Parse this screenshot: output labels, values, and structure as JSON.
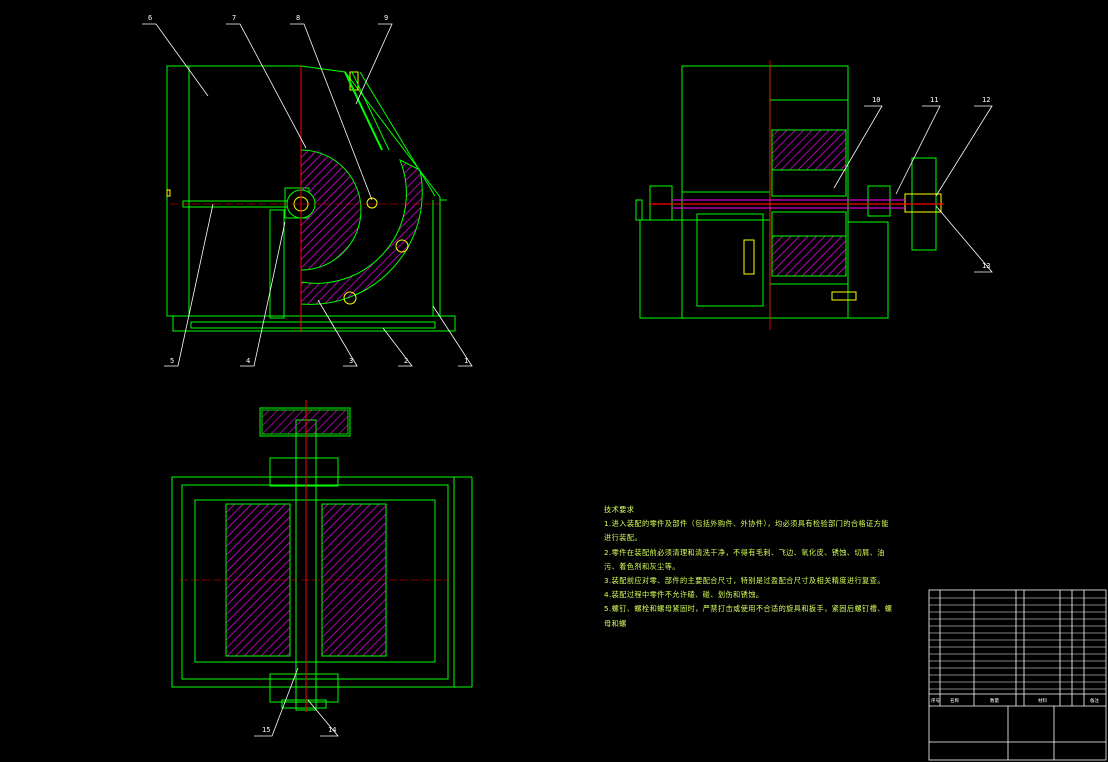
{
  "drawing": {
    "background": "#000000",
    "colors": {
      "outline": "#00ff00",
      "hatch": "#ff00ff",
      "center": "#ff0000",
      "part": "#ffff00",
      "text": "#ffffff",
      "leader": "#ffffff"
    }
  },
  "callouts": [
    {
      "id": "1",
      "text": "1"
    },
    {
      "id": "2",
      "text": "2"
    },
    {
      "id": "3",
      "text": "3"
    },
    {
      "id": "4",
      "text": "4"
    },
    {
      "id": "5",
      "text": "5"
    },
    {
      "id": "6",
      "text": "6"
    },
    {
      "id": "7",
      "text": "7"
    },
    {
      "id": "8",
      "text": "8"
    },
    {
      "id": "9",
      "text": "9"
    },
    {
      "id": "10",
      "text": "10"
    },
    {
      "id": "11",
      "text": "11"
    },
    {
      "id": "12",
      "text": "12"
    },
    {
      "id": "13",
      "text": "13"
    },
    {
      "id": "14",
      "text": "14"
    },
    {
      "id": "15",
      "text": "15"
    }
  ],
  "notes": {
    "title": "技术要求",
    "lines": [
      "1.进入装配的零件及部件（包括外购件、外协件），均必须具有检验部门的合格证方能",
      "进行装配。",
      "2.零件在装配前必须清理和清洗干净，不得有毛刺、飞边、氧化皮、锈蚀、切屑、油",
      "污、着色剂和灰尘等。",
      "3.装配前应对零、部件的主要配合尺寸，特别是过盈配合尺寸及相关精度进行复查。",
      "4.装配过程中零件不允许磕、碰、划伤和锈蚀。",
      "5.螺钉、螺栓和螺母紧固时，严禁打击或使用不合适的旋具和扳手，紧固后螺钉槽、螺",
      "母和螺"
    ]
  },
  "title_block": {
    "bottom_labels": [
      "序号",
      "名称",
      "数量",
      "材料",
      "备注"
    ]
  }
}
